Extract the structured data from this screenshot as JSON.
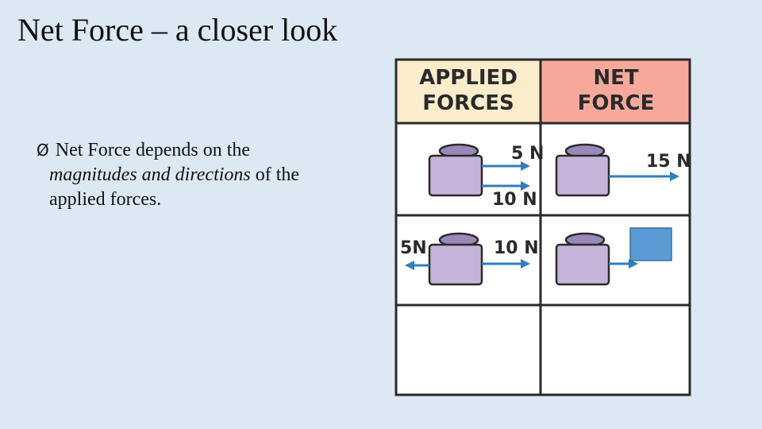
{
  "slide": {
    "title": "Net Force – a closer look",
    "bullet": {
      "glyph": "Ø",
      "lead": "Net Force depends on the",
      "emphasis": "magnitudes and directions",
      "after_emphasis": " of the",
      "last_line": "applied forces."
    }
  },
  "table": {
    "headers": {
      "applied_line1": "APPLIED",
      "applied_line2": "FORCES",
      "net_line1": "NET",
      "net_line2": "FORCE"
    },
    "rows": [
      {
        "applied": [
          "5 N",
          "10 N"
        ],
        "net": "15 N"
      },
      {
        "applied": [
          "5N",
          "10 N"
        ],
        "net": ""
      },
      {
        "applied": [],
        "net": ""
      }
    ],
    "colors": {
      "applied_header": "#fbeccb",
      "net_header": "#f6a99b",
      "weight_body": "#c6b3d9",
      "weight_top": "#9a88b8",
      "arrow": "#2f7fc0",
      "answer_box": "#5b9bd5"
    }
  }
}
